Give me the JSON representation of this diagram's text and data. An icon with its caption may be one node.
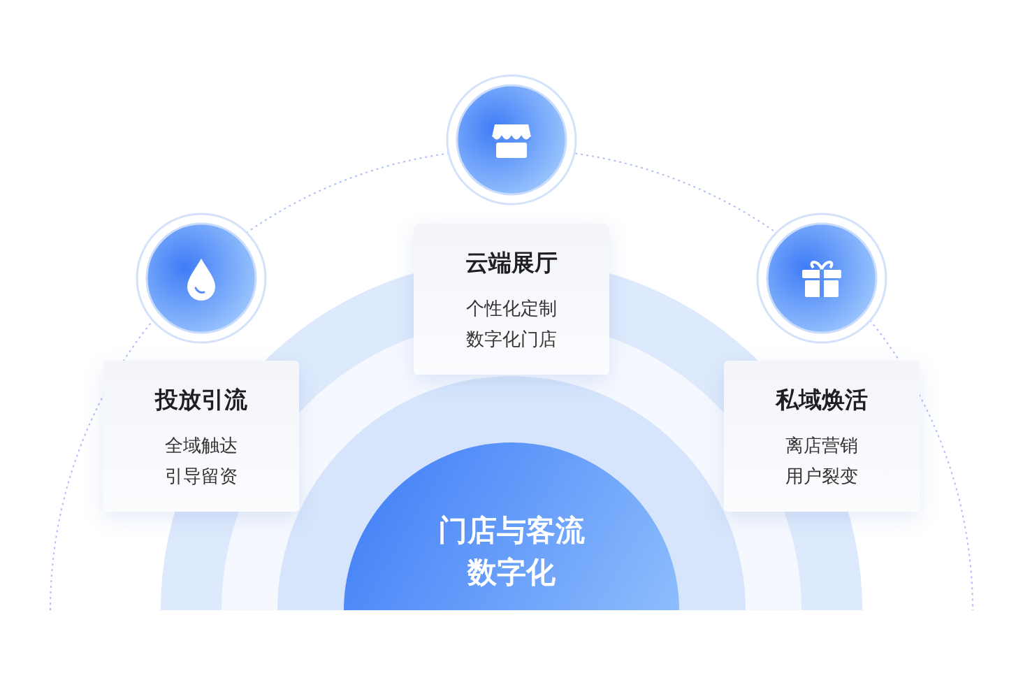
{
  "diagram": {
    "nodes": [
      {
        "text": [
          "门店与客流数字化"
        ]
      },
      {
        "text": [
          "投放引流",
          "全域触达",
          "引导留资"
        ]
      },
      {
        "text": [
          "云端展厅",
          "个性化定制",
          "数字化门店"
        ]
      },
      {
        "text": [
          "私域焕活",
          "离店营销",
          "用户裂变"
        ]
      }
    ],
    "edges": []
  }
}
